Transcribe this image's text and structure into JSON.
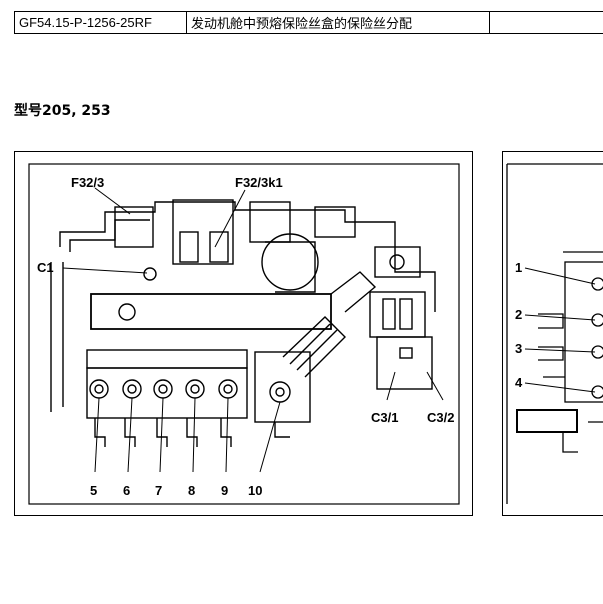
{
  "header": {
    "doc_code": "GF54.15-P-1256-25RF",
    "title": "发动机舱中预熔保险丝盒的保险丝分配",
    "extra": ""
  },
  "model_line": "型号205, 253",
  "figure_left": {
    "labels": {
      "f32_3": "F32/3",
      "f32_3k1": "F32/3k1",
      "c1": "C1",
      "c3_1": "C3/1",
      "c3_2": "C3/2",
      "n5": "5",
      "n6": "6",
      "n7": "7",
      "n8": "8",
      "n9": "9",
      "n10": "10"
    }
  },
  "figure_right": {
    "labels": {
      "n1": "1",
      "n2": "2",
      "n3": "3",
      "n4": "4"
    }
  }
}
